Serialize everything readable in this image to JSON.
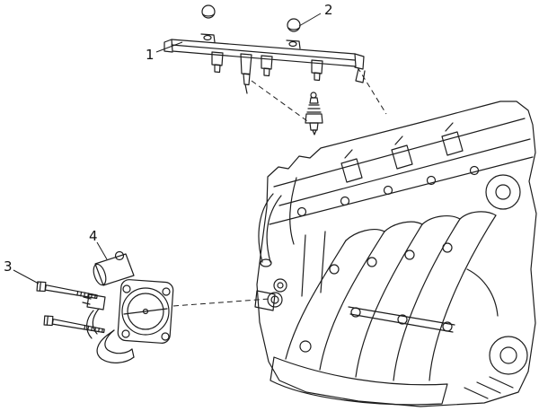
{
  "diagram": {
    "background_color": "#ffffff",
    "line_color": "#1d1d1d",
    "callouts": [
      {
        "label": "1"
      },
      {
        "label": "2"
      },
      {
        "label": "3"
      },
      {
        "label": "4"
      }
    ]
  }
}
